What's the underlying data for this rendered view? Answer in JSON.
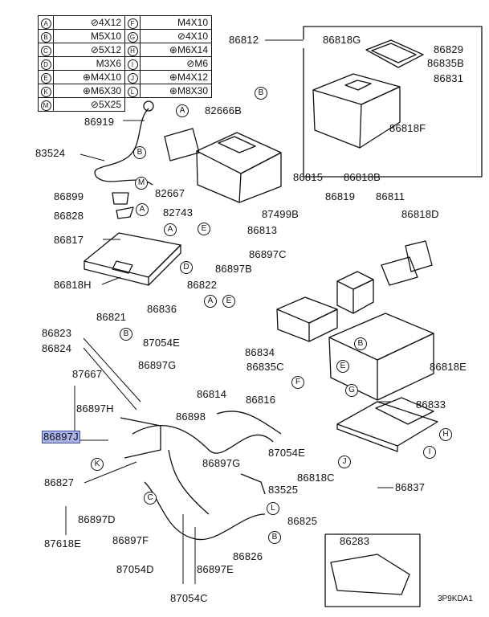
{
  "legend": {
    "rows": [
      [
        {
          "key": "A",
          "value": "⊘4X12"
        },
        {
          "key": "F",
          "value": "M4X10"
        }
      ],
      [
        {
          "key": "B",
          "value": "M5X10"
        },
        {
          "key": "G",
          "value": "⊘4X10"
        }
      ],
      [
        {
          "key": "C",
          "value": "⊘5X12"
        },
        {
          "key": "H",
          "value": "⊕M6X14"
        }
      ],
      [
        {
          "key": "D",
          "value": "M3X6"
        },
        {
          "key": "I",
          "value": "⊘M6"
        }
      ],
      [
        {
          "key": "E",
          "value": "⊕M4X10"
        },
        {
          "key": "J",
          "value": "⊕M4X12"
        }
      ],
      [
        {
          "key": "K",
          "value": "⊕M6X30"
        },
        {
          "key": "L",
          "value": "⊕M8X30"
        }
      ],
      [
        {
          "key": "M",
          "value": "⊘5X25"
        }
      ]
    ]
  },
  "parts": [
    "86812",
    "86818G",
    "86829",
    "86835B",
    "86831",
    "86818F",
    "86919",
    "82666B",
    "83524",
    "86815",
    "86818B",
    "86899",
    "82667",
    "86819",
    "86811",
    "86828",
    "82743",
    "87499B",
    "86818D",
    "86813",
    "86817",
    "86897C",
    "86818H",
    "86897B",
    "86822",
    "86836",
    "86821",
    "86823",
    "86834",
    "86824",
    "87054E",
    "86835C",
    "86818E",
    "86897G",
    "87667",
    "86814",
    "86816",
    "86833",
    "86897H",
    "86898",
    "86897J",
    "87054E",
    "86897G",
    "86827",
    "83525",
    "86818C",
    "86837",
    "86897D",
    "86825",
    "87618E",
    "86897F",
    "86826",
    "86283",
    "87054D",
    "86897E",
    "87054C"
  ],
  "callouts": [
    "B",
    "A",
    "B",
    "M",
    "A",
    "A",
    "E",
    "D",
    "A",
    "E",
    "B",
    "E",
    "B",
    "F",
    "G",
    "H",
    "I",
    "J",
    "K",
    "L",
    "B",
    "C"
  ],
  "highlighted_part": "86897J",
  "diagram_code": "3P9KDA1"
}
